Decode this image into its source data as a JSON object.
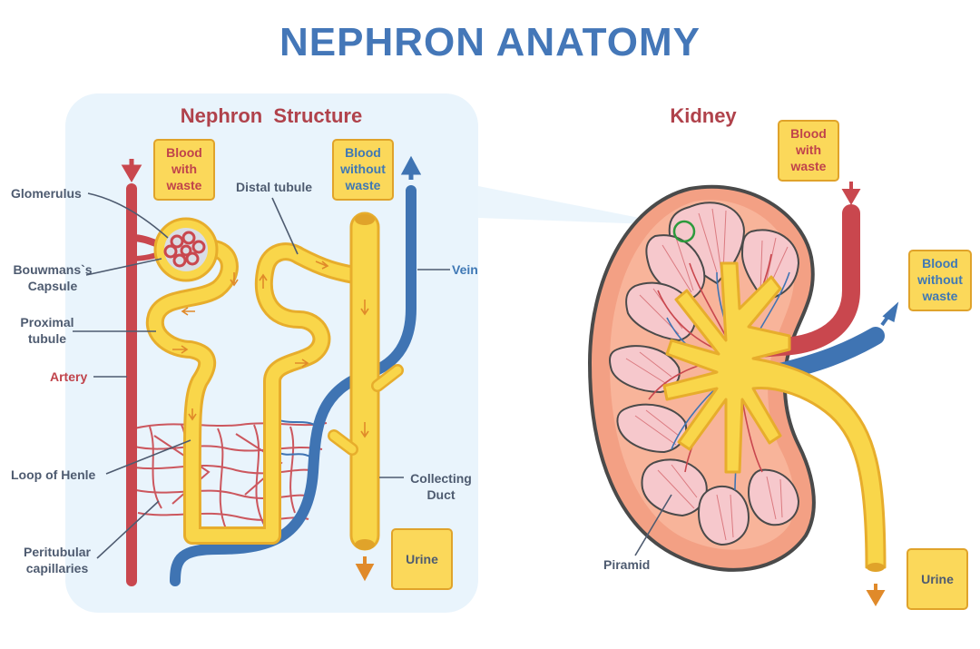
{
  "title": "NEPHRON ANATOMY",
  "nephron_panel": {
    "title": "Nephron  Structure",
    "box_blood_with_waste": [
      "Blood",
      "with",
      "waste"
    ],
    "box_blood_without_waste": [
      "Blood",
      "without",
      "waste"
    ],
    "box_urine": "Urine",
    "labels": {
      "glomerulus": "Glomerulus",
      "bowmans_capsule": [
        "Bouwmans`s",
        "Capsule"
      ],
      "proximal_tubule": [
        "Proximal",
        "tubule"
      ],
      "artery": "Artery",
      "loop_of_henle": "Loop of Henle",
      "peritubular_capillaries": [
        "Peritubular",
        "capillaries"
      ],
      "distal_tubule": "Distal tubule",
      "vein": "Vein",
      "collecting_duct": [
        "Collecting",
        "Duct"
      ]
    }
  },
  "kidney_panel": {
    "title": "Kidney",
    "box_blood_with_waste": [
      "Blood",
      "with",
      "waste"
    ],
    "box_blood_without_waste": [
      "Blood",
      "without",
      "waste"
    ],
    "box_urine": "Urine",
    "labels": {
      "piramid": "Piramid"
    }
  },
  "colors": {
    "artery": "#c9474e",
    "vein": "#3f74b3",
    "tubule": "#f9d64a",
    "tubule_outline": "#e7ad2c",
    "box_fill": "#fbd85a",
    "panel_bg": "#e9f4fc",
    "kidney_cortex": "#f3a084",
    "pyramid": "#f6c8cc",
    "title_blue": "#4477b8",
    "title_red": "#b0424b"
  }
}
